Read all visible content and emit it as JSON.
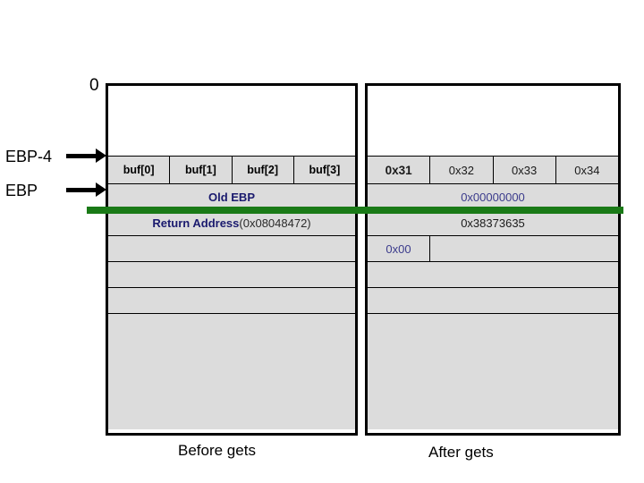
{
  "diagram": {
    "title_hidden": "Stack layout before and after gets()",
    "top_marker": "0",
    "pointers": [
      {
        "name": "ebp-minus-4",
        "label": "EBP-4"
      },
      {
        "name": "ebp",
        "label": "EBP"
      }
    ],
    "green_line_color": "#1a7a17",
    "panel_fill": "#dcdcdc",
    "panel_border": "#000000"
  },
  "before": {
    "caption": "Before gets",
    "buffer_cells": [
      "buf[0]",
      "buf[1]",
      "buf[2]",
      "buf[3]"
    ],
    "old_ebp": "Old EBP",
    "return_address_label": "Return Address",
    "return_address_value": "(0x08048472)",
    "empty_rows": 3,
    "has_tall_empty_block": true
  },
  "after": {
    "caption": "After gets",
    "buffer_cells": [
      "0x31",
      "0x32",
      "0x33",
      "0x34"
    ],
    "old_ebp_value": "0x00000000",
    "return_address_value": "0x38373635",
    "next_byte": "0x00",
    "empty_rows": 2,
    "has_tall_empty_block": true
  }
}
